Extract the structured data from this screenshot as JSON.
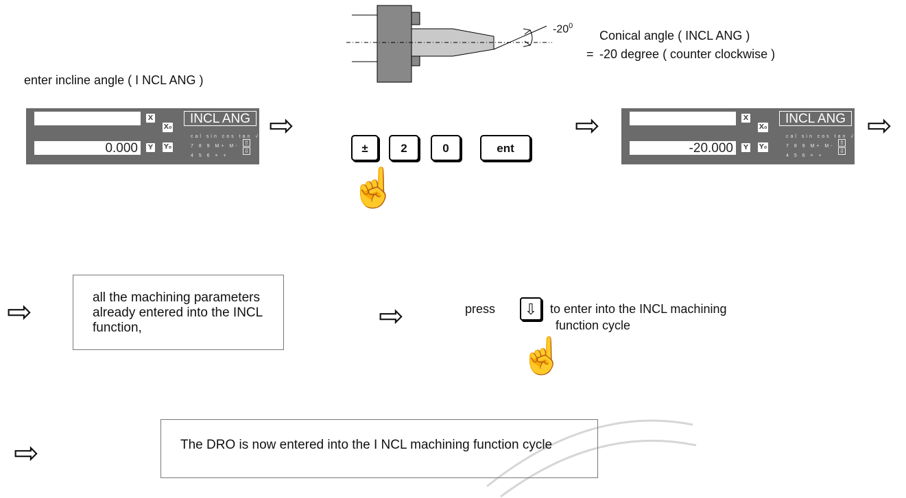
{
  "angle_label": "-20",
  "angle_sup": "0",
  "conical_line1": "Conical angle ( INCL ANG )",
  "conical_eq": "=",
  "conical_line2": "-20 degree ( counter clockwise )",
  "step_label": "enter incline angle ( I NCL ANG )",
  "dro_left": {
    "lcd": "INCL ANG",
    "x_value": "",
    "y_value": "0.000"
  },
  "dro_right": {
    "lcd": "INCL ANG",
    "x_value": "",
    "y_value": "-20.000"
  },
  "dro_keys": {
    "x": "X",
    "y": "Y",
    "x0": "X₀",
    "y0": "Y₀",
    "row1": "cal sin cos tan √‾",
    "row2": "7 8 9 M+ M-",
    "row3": "4 5 6 × +",
    "up": "⇧",
    "down": "⇩"
  },
  "keys": [
    "±",
    "2",
    "0",
    "ent"
  ],
  "params_text": "all the machining parameters already entered into the INCL function,",
  "press_label": "press",
  "press_desc_line1": "to enter into the INCL machining",
  "press_desc_line2": "function cycle",
  "down_key": "⇩",
  "final_text": "The DRO is now entered into the I NCL machining function cycle",
  "arrow_glyph": "⇨",
  "hand_glyph": "☝",
  "colors": {
    "panel": "#6b6b6b",
    "text": "#111111",
    "watermark": "#d6d6d6"
  }
}
